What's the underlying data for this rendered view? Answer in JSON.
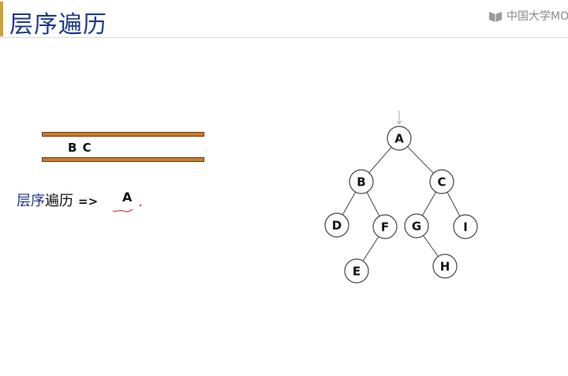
{
  "slide": {
    "title": "层序遍历",
    "watermark": "中国大学MO"
  },
  "queue": {
    "contents": "B C"
  },
  "result": {
    "label_part1": "层序",
    "label_part2": "遍历",
    "arrow": "=>",
    "output": "A"
  },
  "tree": {
    "nodes": [
      {
        "id": "A",
        "label": "A"
      },
      {
        "id": "B",
        "label": "B"
      },
      {
        "id": "C",
        "label": "C"
      },
      {
        "id": "D",
        "label": "D"
      },
      {
        "id": "F",
        "label": "F"
      },
      {
        "id": "G",
        "label": "G"
      },
      {
        "id": "I",
        "label": "I"
      },
      {
        "id": "E",
        "label": "E"
      },
      {
        "id": "H",
        "label": "H"
      }
    ],
    "edges": [
      [
        "A",
        "B"
      ],
      [
        "A",
        "C"
      ],
      [
        "B",
        "D"
      ],
      [
        "B",
        "F"
      ],
      [
        "C",
        "G"
      ],
      [
        "C",
        "I"
      ],
      [
        "F",
        "E"
      ],
      [
        "G",
        "H"
      ]
    ],
    "root_pointer": "A"
  },
  "colors": {
    "title": "#1d3b8a",
    "accent": "#c8a23a",
    "queue_bar": "#c97a2e",
    "pen": "#d04040"
  }
}
